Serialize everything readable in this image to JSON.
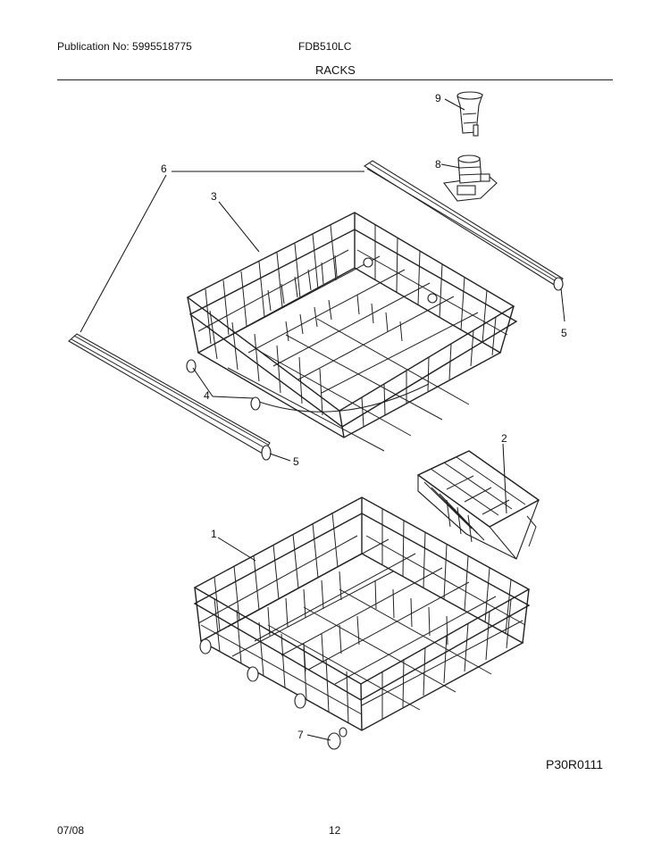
{
  "header": {
    "publication": "Publication No: 5995518775",
    "model": "FDB510LC",
    "section": "RACKS"
  },
  "footer": {
    "date": "07/08",
    "page": "12",
    "diagram_code": "P30R0111"
  },
  "callouts": {
    "c1": "1",
    "c2": "2",
    "c3": "3",
    "c4": "4",
    "c5a": "5",
    "c5b": "5",
    "c6": "6",
    "c7": "7",
    "c8": "8",
    "c9": "9"
  }
}
